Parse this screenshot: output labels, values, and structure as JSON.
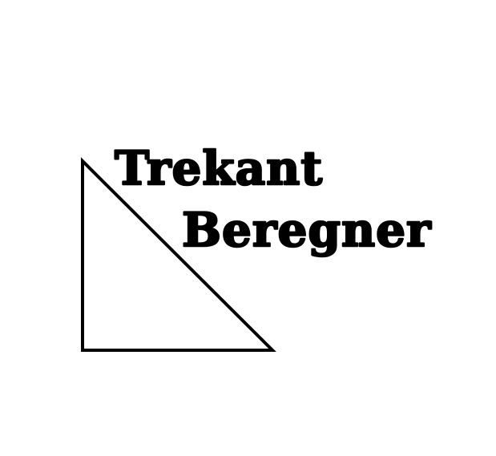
{
  "logo": {
    "line1": "Trekant",
    "line2": "Beregner",
    "ink_color": "#000000",
    "background_color": "#ffffff",
    "shape": "right-triangle-outline"
  }
}
